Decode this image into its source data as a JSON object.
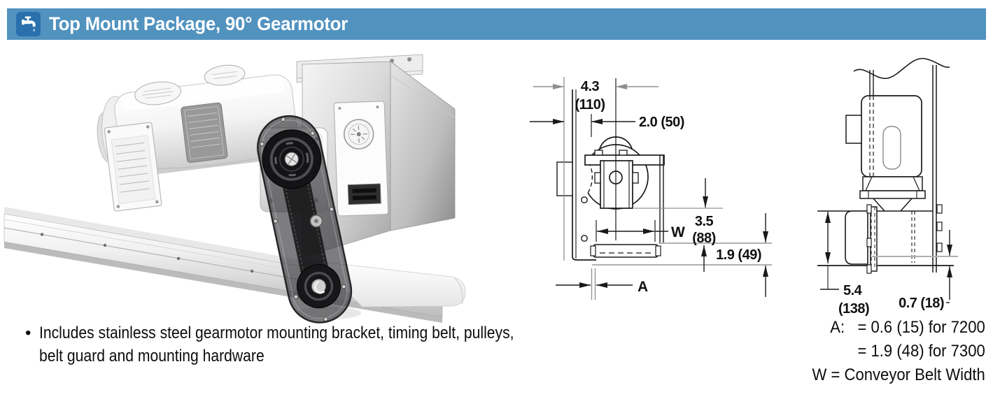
{
  "header": {
    "title": "Top Mount Package, 90° Gearmotor",
    "bar_color": "#5192bf",
    "icon_bg_color": "#2a70ad",
    "icon": "washdown-faucet-icon"
  },
  "front_view": {
    "dim_bracket_to_center_in": "4.3",
    "dim_bracket_to_center_mm": "(110)",
    "dim_offset": "2.0 (50)",
    "dim_clearance_in": "3.5",
    "dim_clearance_mm": "(88)",
    "dim_frame_height": "1.9 (49)",
    "belt_width_label": "W",
    "offset_label": "A"
  },
  "side_view": {
    "dim_height_in": "5.4",
    "dim_height_mm": "(138)",
    "dim_lip": "0.7 (18)"
  },
  "notes": {
    "bullet_line1": "Includes stainless steel gearmotor mounting bracket, timing belt, pulleys,",
    "bullet_line2": "belt guard and mounting hardware"
  },
  "legend": {
    "line1": "A:   = 0.6 (15) for 7200",
    "line2": "= 1.9 (48) for 7300",
    "line3": "W = Conveyor Belt Width"
  }
}
